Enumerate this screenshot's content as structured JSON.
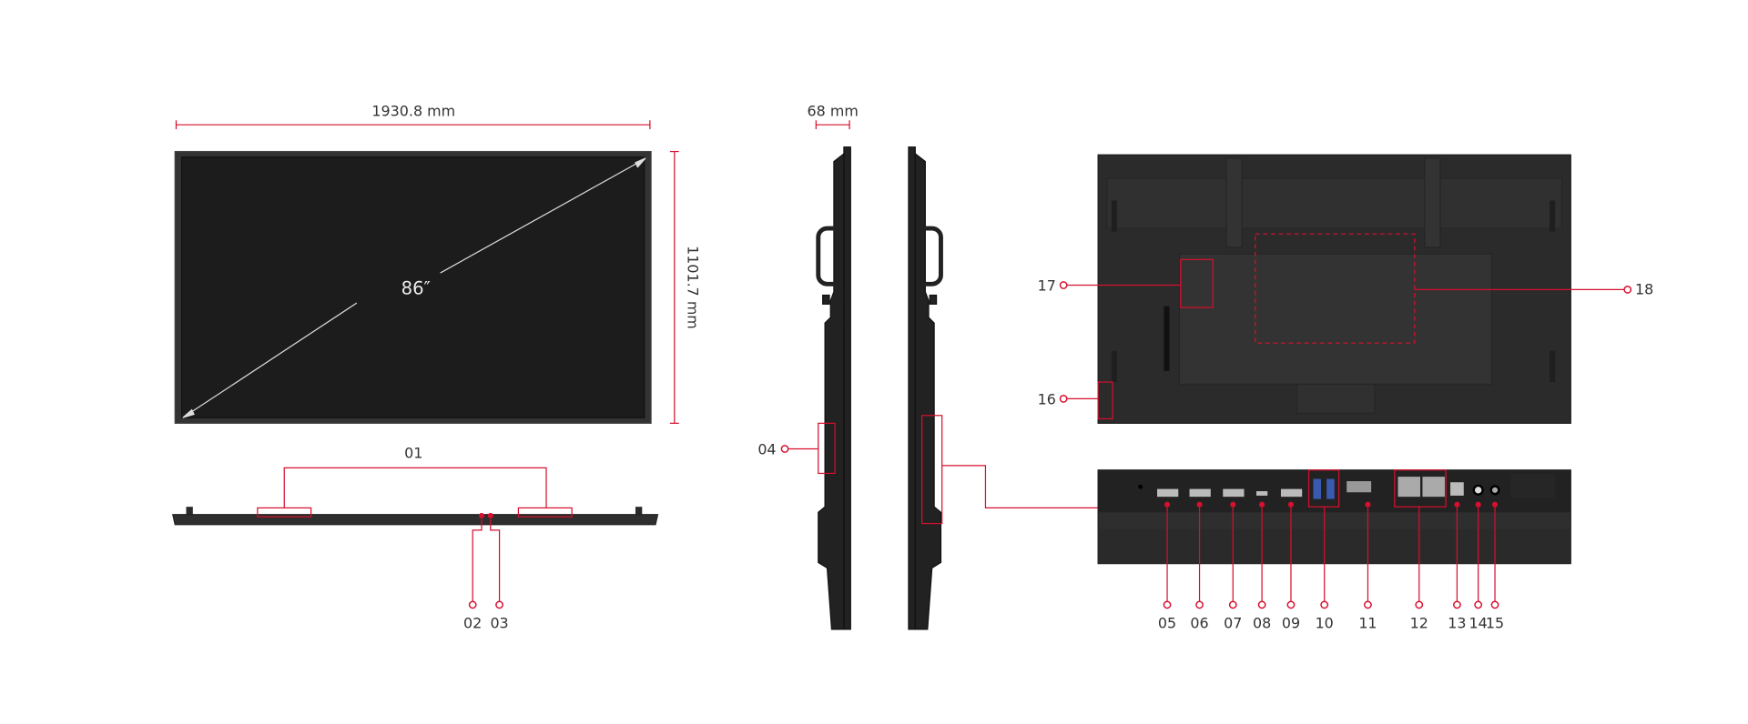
{
  "dimensions": {
    "width": "1930.8 mm",
    "height": "1101.7 mm",
    "depth": "68 mm",
    "diagonal": "86″"
  },
  "callouts": {
    "c01": "01",
    "c02": "02",
    "c03": "03",
    "c04": "04",
    "c05": "05",
    "c06": "06",
    "c07": "07",
    "c08": "08",
    "c09": "09",
    "c10": "10",
    "c11": "11",
    "c12": "12",
    "c13": "13",
    "c14": "14",
    "c15": "15",
    "c16": "16",
    "c17": "17",
    "c18": "18"
  },
  "colors": {
    "accent": "#d6102e",
    "device": "#2a2a2a",
    "screen": "#1c1c1c"
  }
}
